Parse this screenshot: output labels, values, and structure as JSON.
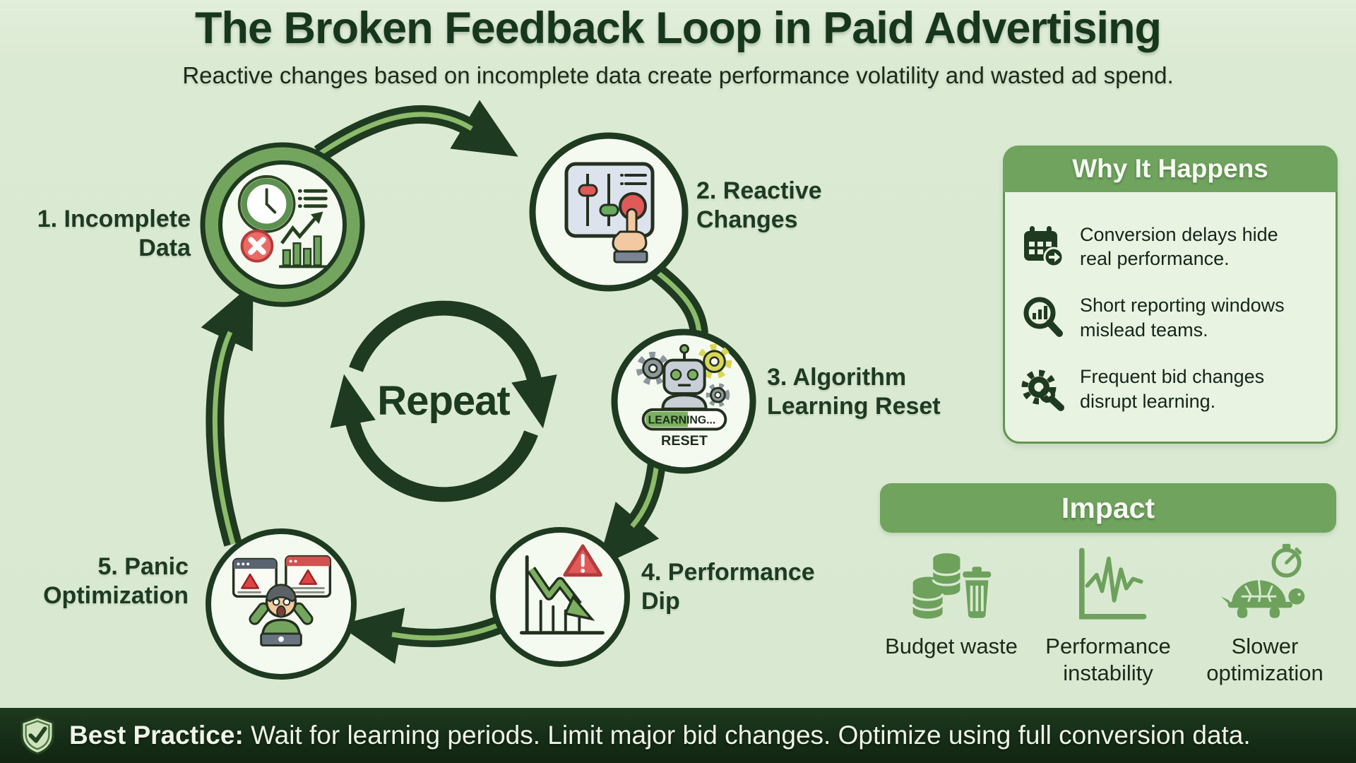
{
  "page": {
    "title": "The Broken Feedback Loop in Paid Advertising",
    "subtitle": "Reactive changes based on incomplete data create performance volatility and wasted ad spend."
  },
  "loop": {
    "center_label": "Repeat",
    "steps": [
      {
        "icon": "incomplete-data-icon",
        "label": "1. Incomplete Data"
      },
      {
        "icon": "reactive-changes-icon",
        "label": "2. Reactive Changes"
      },
      {
        "icon": "algorithm-reset-icon",
        "label": "3. Algorithm Learning Reset",
        "learning_text": "LEARNING...",
        "reset_text": "RESET"
      },
      {
        "icon": "performance-dip-icon",
        "label": "4. Performance Dip"
      },
      {
        "icon": "panic-optimization-icon",
        "label": "5. Panic Optimization"
      }
    ]
  },
  "why_panel": {
    "title": "Why It Happens",
    "items": [
      {
        "icon": "calendar-delay-icon",
        "text": "Conversion delays hide real performance."
      },
      {
        "icon": "magnifier-report-icon",
        "text": "Short reporting windows mislead teams."
      },
      {
        "icon": "gear-wrench-icon",
        "text": "Frequent bid changes disrupt learning."
      }
    ]
  },
  "impact_panel": {
    "title": "Impact",
    "items": [
      {
        "icon": "budget-waste-icon",
        "label": "Budget waste"
      },
      {
        "icon": "performance-instability-icon",
        "label": "Performance instability"
      },
      {
        "icon": "slower-optimization-icon",
        "label": "Slower optimization"
      }
    ]
  },
  "footer": {
    "heading": "Best Practice:",
    "text": "Wait for learning periods. Limit major bid changes. Optimize using full conversion data."
  },
  "colors": {
    "background": "#dbead3",
    "panel_green": "#6fa35e",
    "dark_green": "#1e3a20",
    "stripe_green": "#8cbb6a",
    "accent_red": "#e2595a",
    "footer_bg": "#162d17"
  }
}
